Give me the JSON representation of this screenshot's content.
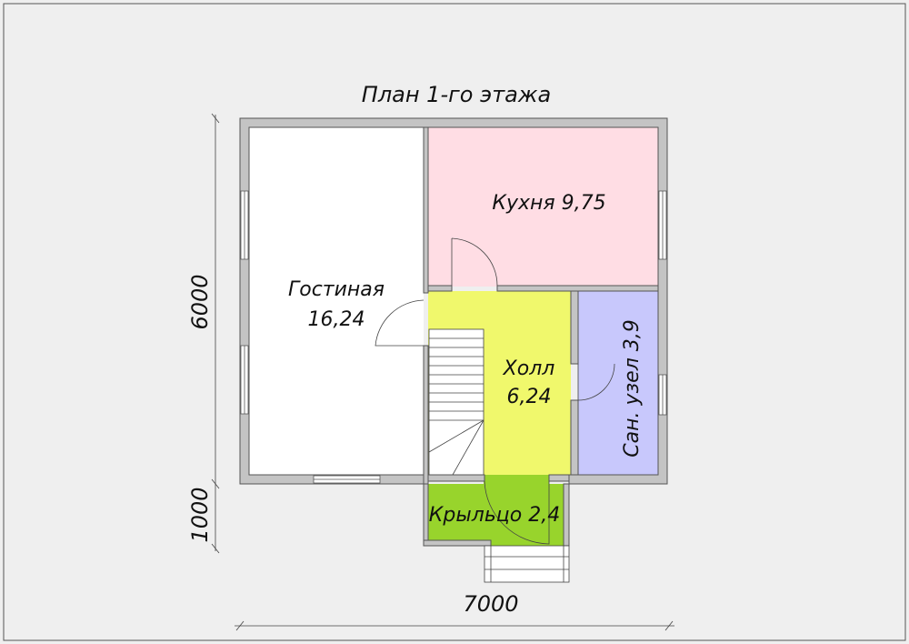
{
  "title": "План 1-го этажа",
  "rooms": {
    "living": {
      "name": "Гостиная",
      "area": "16,24",
      "color": "#ffffff"
    },
    "kitchen": {
      "name": "Кухня 9,75",
      "color": "#ffdde4"
    },
    "hall": {
      "name": "Холл",
      "area": "6,24",
      "color": "#f0f86c"
    },
    "bathroom": {
      "name": "Сан. узел 3,9",
      "color": "#c8c8fc"
    },
    "porch": {
      "name": "Крыльцо 2,4",
      "color": "#98d42c"
    }
  },
  "dimensions": {
    "height_main": "6000",
    "height_porch": "1000",
    "width": "7000"
  },
  "colors": {
    "wall": "#c4c4c4",
    "background": "#efefef"
  }
}
